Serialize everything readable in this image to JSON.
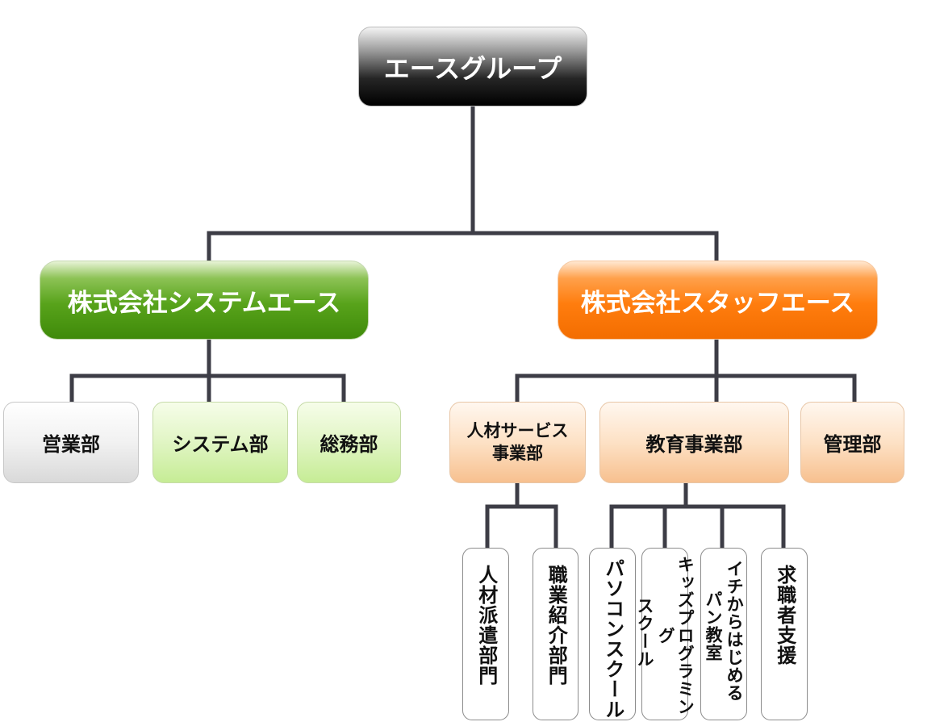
{
  "root": {
    "label": "エースグループ"
  },
  "companies": [
    {
      "label": "株式会社システムエース"
    },
    {
      "label": "株式会社スタッフエース"
    }
  ],
  "departments": [
    {
      "label": "営業部"
    },
    {
      "label": "システム部"
    },
    {
      "label": "総務部"
    },
    {
      "label_line1": "人材サービス",
      "label_line2": "事業部"
    },
    {
      "label": "教育事業部"
    },
    {
      "label": "管理部"
    }
  ],
  "sections": [
    {
      "label": "人材派遣部門"
    },
    {
      "label": "職業紹介部門"
    },
    {
      "label": "パソコンスクール"
    },
    {
      "label_line1": "キッズプログラミング",
      "label_line2": "スクール"
    },
    {
      "label_line1": "イチからはじめる",
      "label_line2": "パン教室"
    },
    {
      "label": "求職者支援"
    }
  ],
  "colors": {
    "connector": "#3d3d46",
    "company_green": "#4c9a12",
    "company_orange": "#ff7f0f"
  }
}
